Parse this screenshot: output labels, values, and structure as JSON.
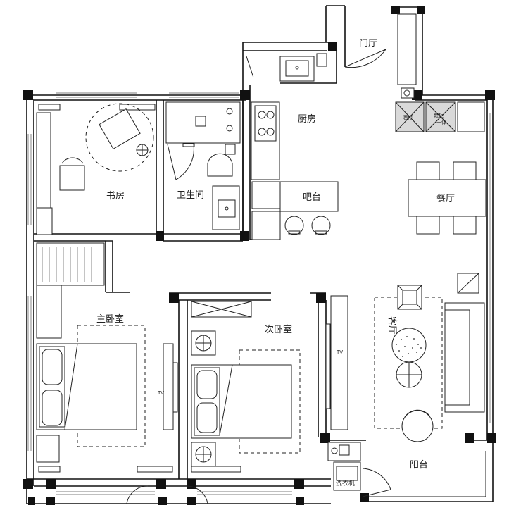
{
  "rooms": {
    "entry": "门厅",
    "kitchen": "厨房",
    "study": "书房",
    "bathroom": "卫生间",
    "bar": "吧台",
    "dining": "餐厅",
    "master_bedroom": "主卧室",
    "second_bedroom": "次卧室",
    "living": "客厅",
    "balcony": "阳台"
  },
  "appliances": {
    "tv_master": "TV",
    "tv_living": "TV",
    "washer": "洗衣机",
    "cabinet_a": "酒柜",
    "cabinet_b_line1": "鞋柜",
    "cabinet_b_line2": "一体"
  }
}
